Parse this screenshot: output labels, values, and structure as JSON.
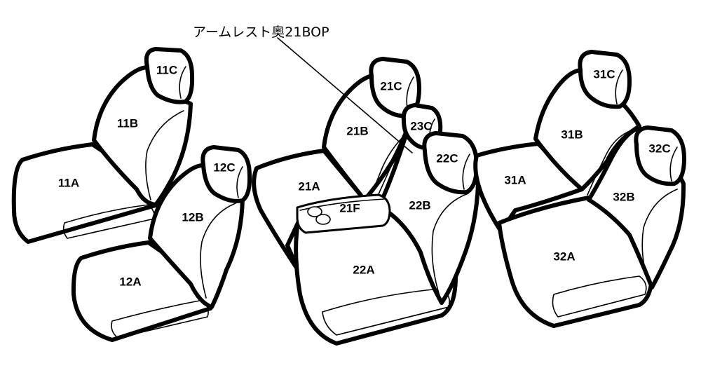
{
  "callout": {
    "text": "アームレスト奥21BOP"
  },
  "colors": {
    "stroke": "#000000",
    "fill": "#ffffff"
  },
  "labels": {
    "p11A": "11A",
    "p11B": "11B",
    "p11C": "11C",
    "p12A": "12A",
    "p12B": "12B",
    "p12C": "12C",
    "p21A": "21A",
    "p21B": "21B",
    "p21C": "21C",
    "p21F": "21F",
    "p22A": "22A",
    "p22B": "22B",
    "p22C": "22C",
    "p23C": "23C",
    "p31A": "31A",
    "p31B": "31B",
    "p31C": "31C",
    "p32A": "32A",
    "p32B": "32B",
    "p32C": "32C"
  }
}
